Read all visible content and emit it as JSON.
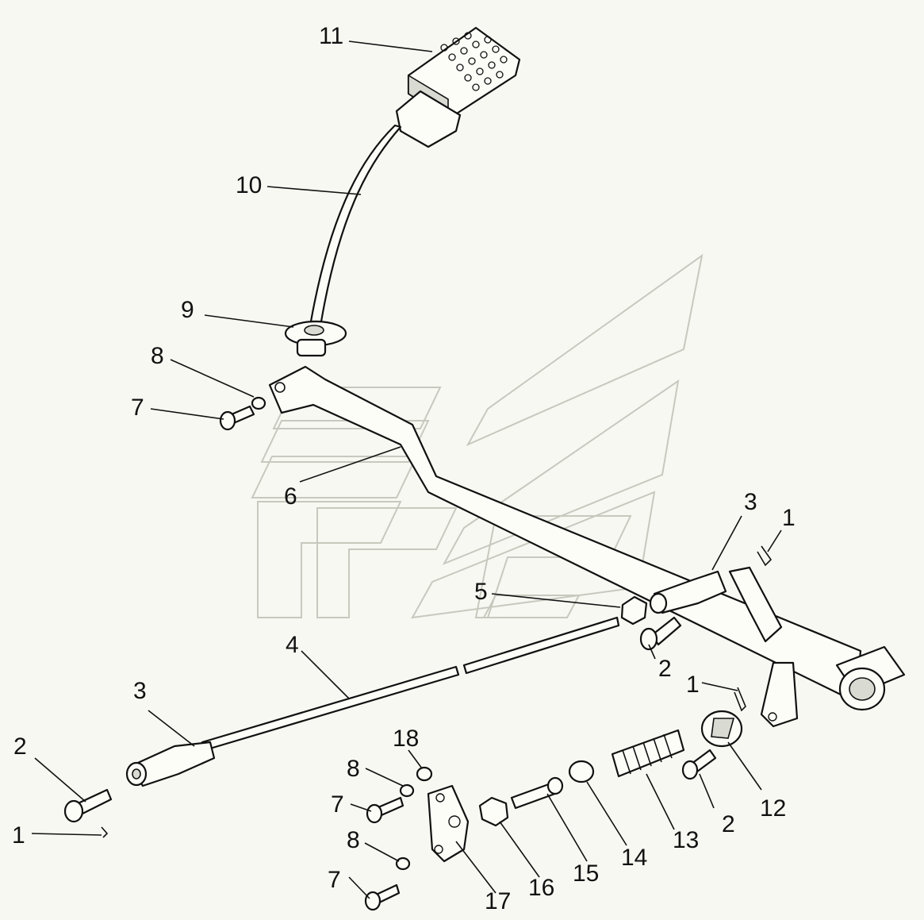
{
  "diagram": {
    "callouts": [
      {
        "id": "c11",
        "text": "11"
      },
      {
        "id": "c10",
        "text": "10"
      },
      {
        "id": "c9",
        "text": "9"
      },
      {
        "id": "c8a",
        "text": "8"
      },
      {
        "id": "c7a",
        "text": "7"
      },
      {
        "id": "c6",
        "text": "6"
      },
      {
        "id": "c3a",
        "text": "3"
      },
      {
        "id": "c1a",
        "text": "1"
      },
      {
        "id": "c5",
        "text": "5"
      },
      {
        "id": "c4",
        "text": "4"
      },
      {
        "id": "c2a",
        "text": "2"
      },
      {
        "id": "c1b",
        "text": "1"
      },
      {
        "id": "c3b",
        "text": "3"
      },
      {
        "id": "c18",
        "text": "18"
      },
      {
        "id": "c2b",
        "text": "2"
      },
      {
        "id": "c8b",
        "text": "8"
      },
      {
        "id": "c7b",
        "text": "7"
      },
      {
        "id": "c1c",
        "text": "1"
      },
      {
        "id": "c8c",
        "text": "8"
      },
      {
        "id": "c7c",
        "text": "7"
      },
      {
        "id": "c12",
        "text": "12"
      },
      {
        "id": "c2c",
        "text": "2"
      },
      {
        "id": "c13",
        "text": "13"
      },
      {
        "id": "c14",
        "text": "14"
      },
      {
        "id": "c15",
        "text": "15"
      },
      {
        "id": "c16",
        "text": "16"
      },
      {
        "id": "c17",
        "text": "17"
      }
    ],
    "colors": {
      "ink": "#111111",
      "paper": "#f7f8f2",
      "watermark": "#c7c9be"
    }
  }
}
